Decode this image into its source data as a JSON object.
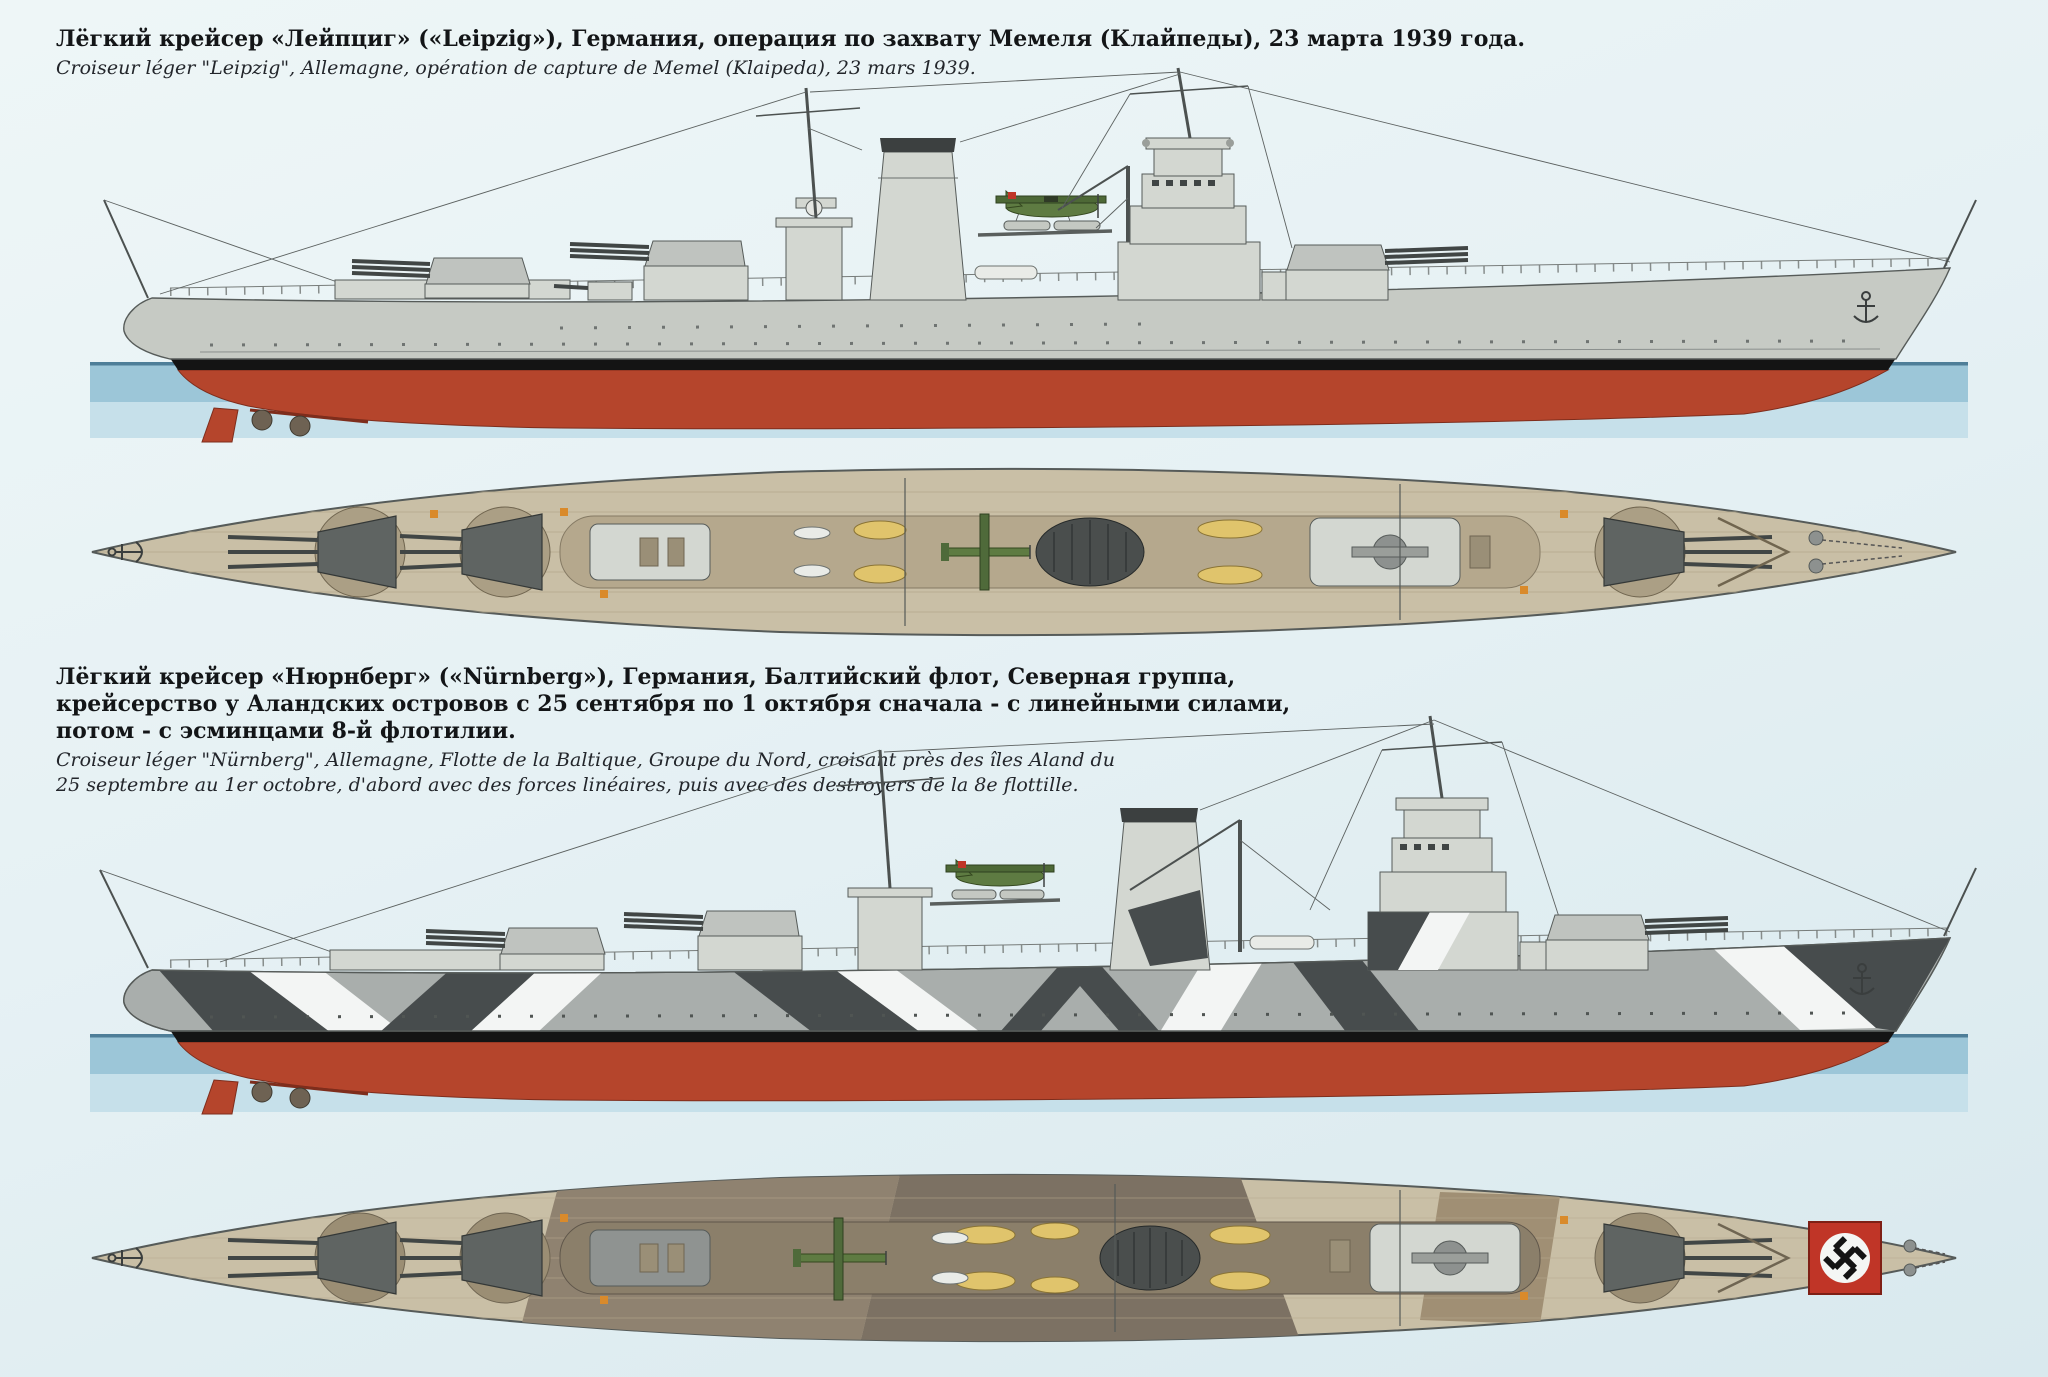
{
  "captions": {
    "leipzig_ru": "Лёгкий крейсер «Лейпциг» («Leipzig»), Германия, операция по захвату Мемеля (Клайпеды), 23 марта 1939 года.",
    "leipzig_fr": "Croiseur léger \"Leipzig\", Allemagne, opération de capture de Memel (Klaipeda), 23 mars 1939.",
    "nurnberg_ru_1": "Лёгкий крейсер «Нюрнберг» («Nürnberg»), Германия, Балтийский флот, Северная группа,",
    "nurnberg_ru_2": "крейсерство у Аландских островов с 25 сентября по 1 октября сначала - с линейными силами,",
    "nurnberg_ru_3": "потом - с эсминцами 8-й флотилии.",
    "nurnberg_fr_1": "Croiseur léger \"Nürnberg\", Allemagne, Flotte de la Baltique, Groupe du Nord, croisant près des îles Aland du",
    "nurnberg_fr_2": "25 septembre au 1er octobre, d'abord avec des forces linéaires, puis avec des destroyers de la 8e flottille."
  },
  "palette": {
    "page_bg": "#e6f1f4",
    "hull_gray": "#c6cac4",
    "hull_gray_dark": "#a9aeac",
    "superstructure": "#d3d7d1",
    "outline": "#565b59",
    "waterline_black": "#141414",
    "lower_hull_red": "#b5452c",
    "water_blue": "#9cc6d8",
    "deck_tan": "#c9bfa6",
    "deck_mid": "#b5a88d",
    "turret": "#5f6462",
    "camo_dark": "#474c4d",
    "camo_white": "#f3f5f4",
    "boat_yellow": "#e0c46c",
    "plane_green": "#5e7b42",
    "flag_red": "#c03527"
  }
}
